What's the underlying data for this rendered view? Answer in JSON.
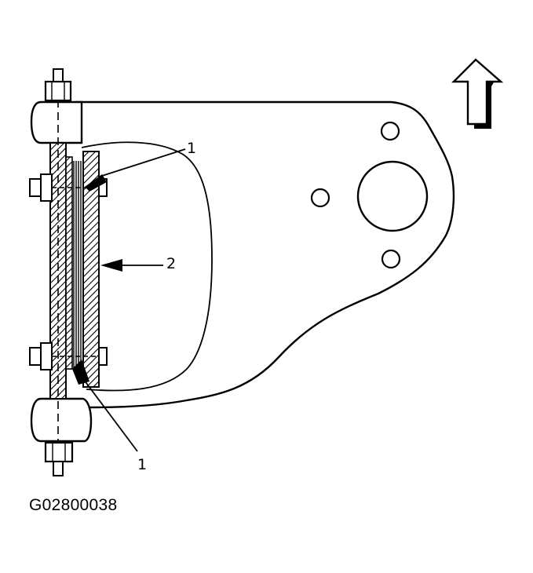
{
  "figure_code": "G02800038",
  "callouts": {
    "upper_shim": "1",
    "shim_stack": "2",
    "lower_shim": "1"
  },
  "colors": {
    "ink": "#000000",
    "paper": "#ffffff"
  },
  "icons": {
    "direction": "up-arrow-icon"
  }
}
